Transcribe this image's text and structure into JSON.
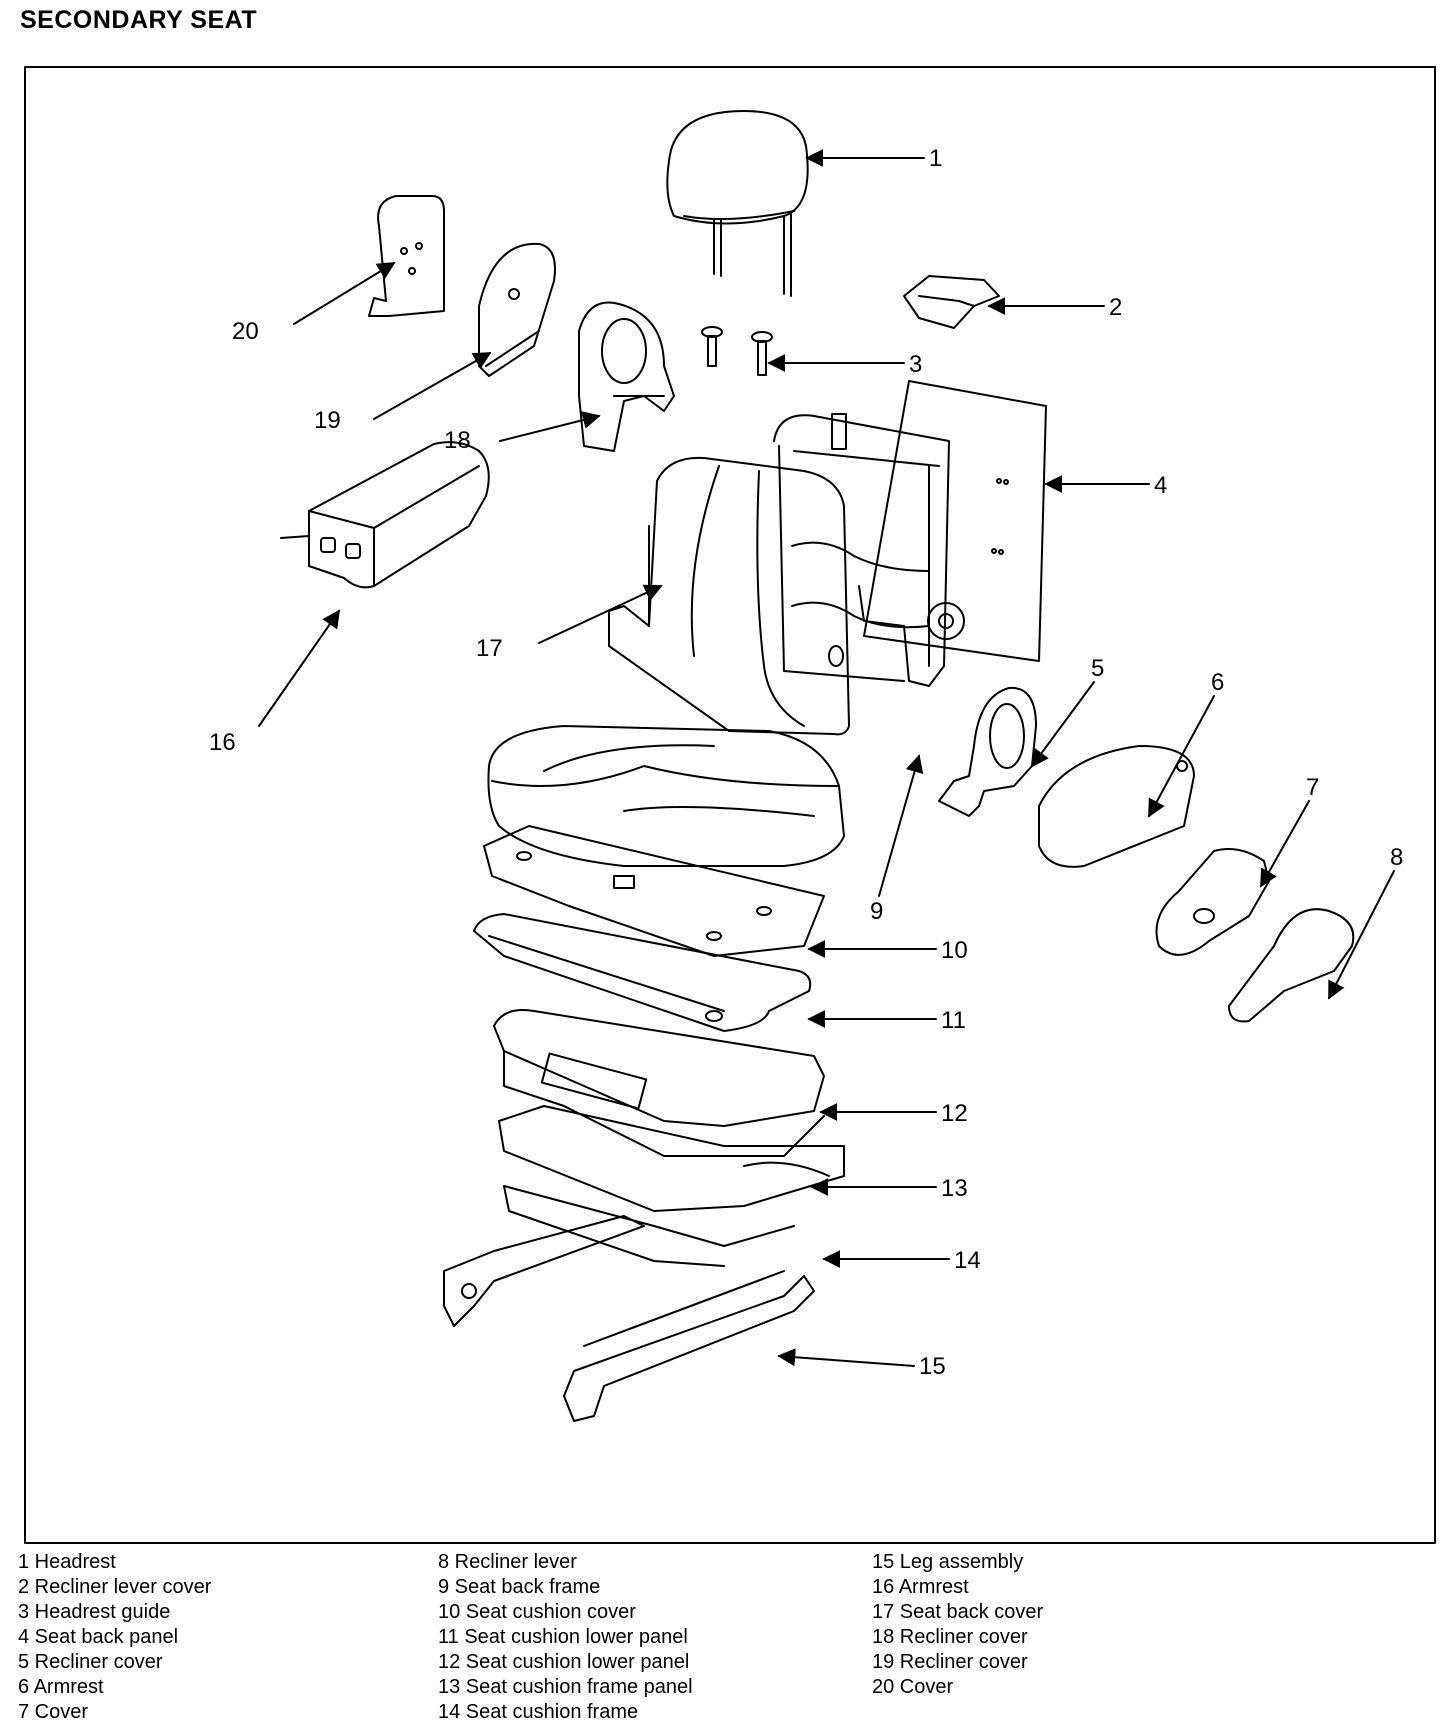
{
  "title": "SECONDARY SEAT",
  "callouts": [
    "1",
    "2",
    "3",
    "4",
    "5",
    "6",
    "7",
    "8",
    "9",
    "10",
    "11",
    "12",
    "13",
    "14",
    "15",
    "16",
    "17",
    "18",
    "19",
    "20"
  ],
  "legend": {
    "col1": [
      "1 Headrest",
      "2 Recliner lever cover",
      "3 Headrest guide",
      "4 Seat back panel",
      "5 Recliner cover",
      "6 Armrest",
      "7 Cover"
    ],
    "col2": [
      "8 Recliner lever",
      "9 Seat back frame",
      "10 Seat cushion cover",
      "11 Seat cushion lower panel",
      "12 Seat cushion lower panel",
      "13 Seat cushion frame panel",
      "14 Seat cushion frame"
    ],
    "col3": [
      "15 Leg assembly",
      "16 Armrest",
      "17 Seat back cover",
      "18 Recliner cover",
      "19 Recliner cover",
      "20 Cover"
    ]
  }
}
